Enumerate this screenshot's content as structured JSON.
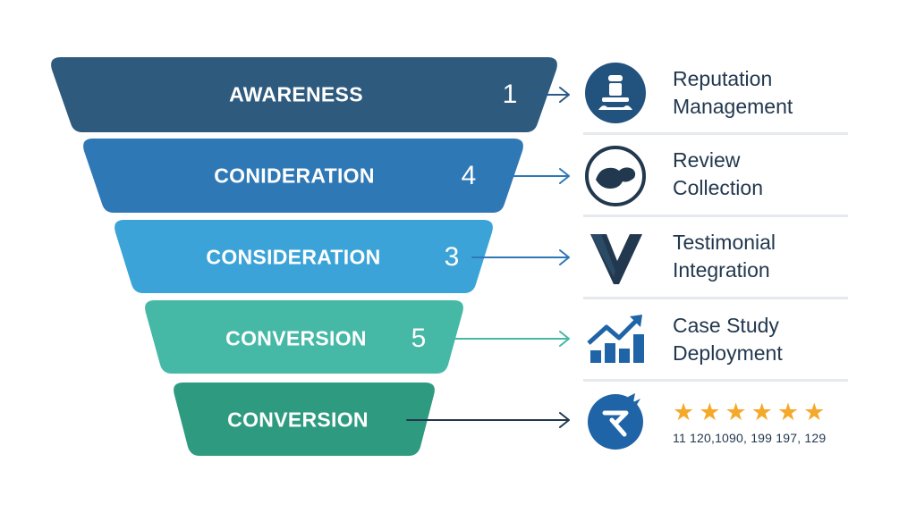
{
  "funnel": {
    "stages": [
      {
        "label": "AWARENESS",
        "number": "1",
        "color": "#2e5a7e"
      },
      {
        "label": "CONIDERATION",
        "number": "4",
        "color": "#2f78b6"
      },
      {
        "label": "CONSIDERATION",
        "number": "3",
        "color": "#3ba3d8"
      },
      {
        "label": "CONVERSION",
        "number": "5",
        "color": "#45b8a6"
      },
      {
        "label": "CONVERSION",
        "number": "",
        "color": "#2e9a80"
      }
    ]
  },
  "actions": [
    {
      "title_line1": "Reputation",
      "title_line2": "Management",
      "icon": "person-badge-icon"
    },
    {
      "title_line1": "Review",
      "title_line2": "Collection",
      "icon": "handshake-icon"
    },
    {
      "title_line1": "Testimonial",
      "title_line2": "Integration",
      "icon": "checkmark-v-icon"
    },
    {
      "title_line1": "Case Study",
      "title_line2": "Deployment",
      "icon": "growth-chart-icon"
    }
  ],
  "ratings": {
    "icon": "rating-badge-icon",
    "star_count": 6,
    "star_glyph": "★",
    "text": "11 120,1090, 199 197, 129"
  },
  "colors": {
    "navy": "#22384e",
    "arrow": "#2a4a66",
    "icon_blue": "#1f64a6",
    "star": "#f5a92a"
  }
}
